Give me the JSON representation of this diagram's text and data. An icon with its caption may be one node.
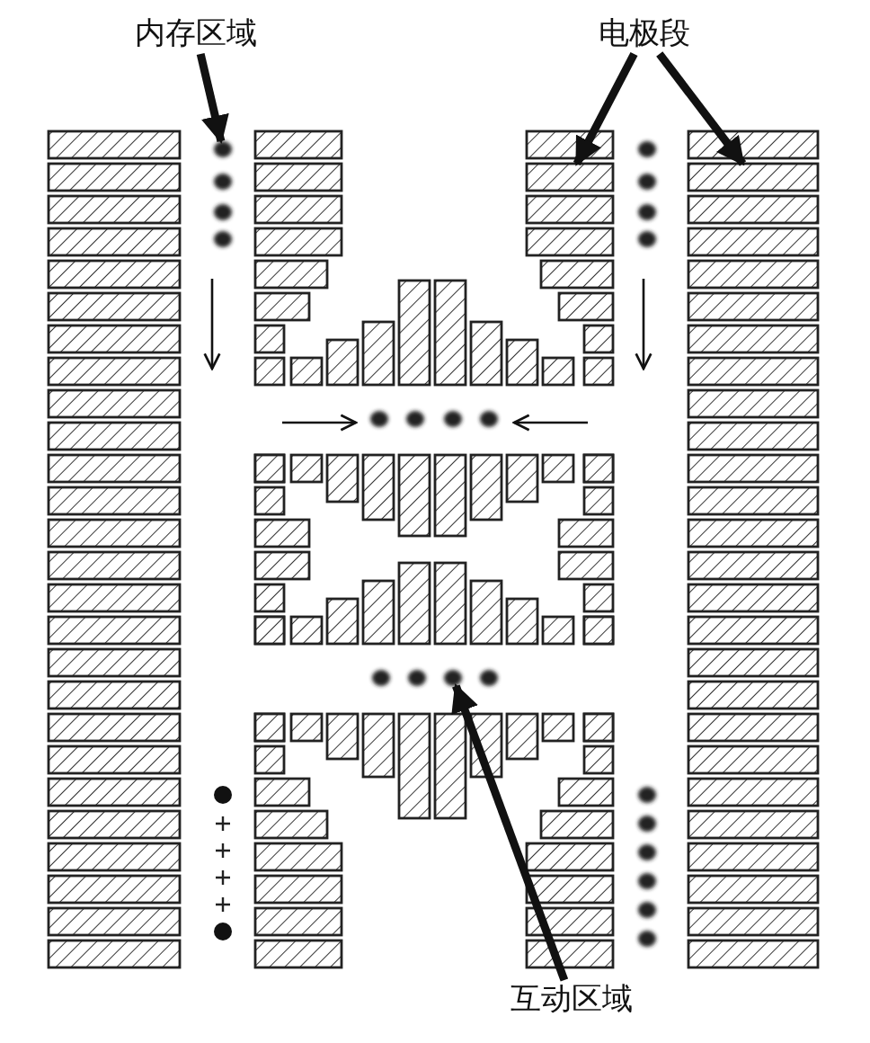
{
  "diagram": {
    "nodes": [
      {
        "text": [
          "内存区域"
        ]
      },
      {
        "text": [],
        "shape": "circle"
      },
      {
        "text": [
          "电极段"
        ]
      },
      {
        "text": [],
        "shape": "box"
      },
      {
        "text": [],
        "shape": "box"
      },
      {
        "text": [
          "互动区域"
        ]
      },
      {
        "text": [],
        "shape": "circle"
      }
    ],
    "edges": [
      {
        "from": 0,
        "to": 1,
        "arrow": "to"
      },
      {
        "from": 2,
        "to": 3,
        "arrow": "to"
      },
      {
        "from": 2,
        "to": 4,
        "arrow": "to"
      },
      {
        "from": 5,
        "to": 6,
        "arrow": "to"
      }
    ]
  }
}
